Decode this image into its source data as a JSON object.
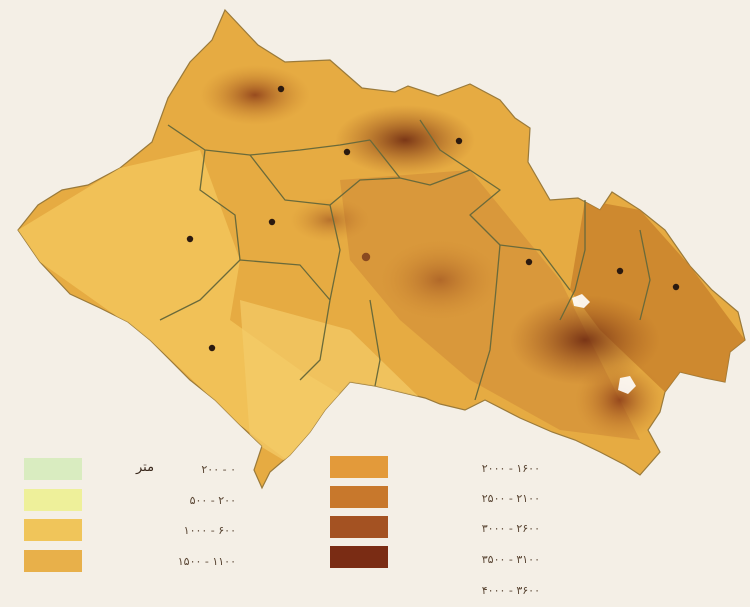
{
  "map": {
    "colors": {
      "lowland": "#f2c45a",
      "midland": "#e0a338",
      "upland": "#c9822c",
      "highland": "#a55a1f",
      "peak": "#6f2a12",
      "border": "#6a6a3a",
      "city": "#2b1a10"
    }
  },
  "legend": {
    "unit": "متر",
    "left": [
      {
        "range": "۰ - ۲۰۰",
        "color": "#d9ecc0"
      },
      {
        "range": "۲۰۰ - ۵۰۰",
        "color": "#eef09a"
      },
      {
        "range": "۶۰۰ - ۱۰۰۰",
        "color": "#f0c55a"
      },
      {
        "range": "۱۱۰۰ - ۱۵۰۰",
        "color": "#e8b04a"
      }
    ],
    "right": [
      {
        "range": "۱۶۰۰ - ۲۰۰۰",
        "color": "#e39a3a"
      },
      {
        "range": "۲۱۰۰ - ۲۵۰۰",
        "color": "#c8782c"
      },
      {
        "range": "۲۶۰۰ - ۳۰۰۰",
        "color": "#a45222"
      },
      {
        "range": "۳۱۰۰ - ۳۵۰۰",
        "color": "#7a2c14"
      },
      {
        "range": "۳۶۰۰ - ۴۰۰۰",
        "color": ""
      }
    ]
  }
}
